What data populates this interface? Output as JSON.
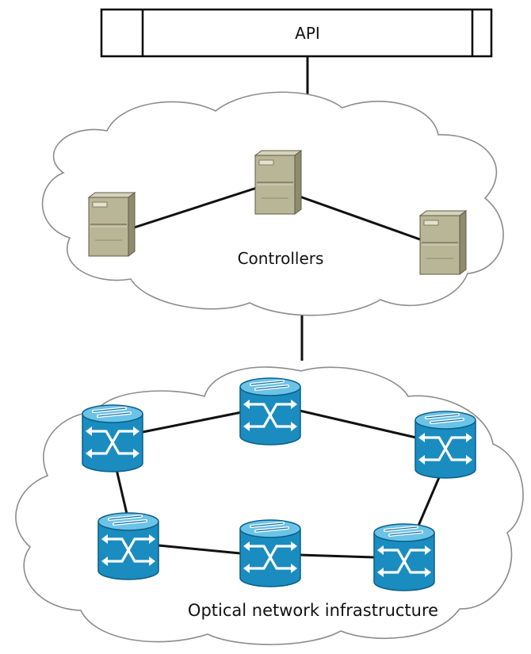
{
  "api_bar": {
    "label": "API"
  },
  "controllers_cloud": {
    "label": "Controllers",
    "servers": [
      "controller-left",
      "controller-center",
      "controller-right"
    ],
    "links": [
      [
        "controller-left",
        "controller-center"
      ],
      [
        "controller-center",
        "controller-right"
      ]
    ]
  },
  "optical_cloud": {
    "label": "Optical network infrastructure",
    "switches": [
      "switch-top-center",
      "switch-top-left",
      "switch-top-right",
      "switch-bottom-left",
      "switch-bottom-center",
      "switch-bottom-right"
    ],
    "links": [
      [
        "switch-top-left",
        "switch-top-center"
      ],
      [
        "switch-top-center",
        "switch-top-right"
      ],
      [
        "switch-top-right",
        "switch-bottom-right"
      ],
      [
        "switch-bottom-right",
        "switch-bottom-center"
      ],
      [
        "switch-bottom-center",
        "switch-bottom-left"
      ],
      [
        "switch-bottom-left",
        "switch-top-left"
      ]
    ]
  },
  "colors": {
    "server_body": "#b9b597",
    "server_shade": "#8f8b6e",
    "switch_body": "#1a8cc0",
    "switch_top": "#6cc3e8",
    "cloud_outline": "#8c8c8c",
    "line": "#111111"
  },
  "icons": {
    "server": "server-tower-icon",
    "switch": "optical-cross-connect-icon"
  }
}
